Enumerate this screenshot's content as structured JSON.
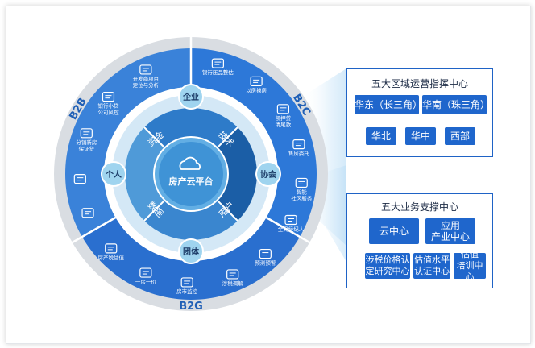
{
  "colors": {
    "outer_ring": "#2d78d8",
    "gray_ring": "#d9dde2",
    "white_ring": "#ffffff",
    "inner_light": "#d4e8f6",
    "dark_blue": "#1b5ea6",
    "mid_blue": "#3a86cf",
    "light_blue": "#5ba6dd",
    "badge": "#9fd4ef",
    "panel_button": "#1f66cc"
  },
  "center": {
    "label": "房产云平台",
    "icon": "cloud-icon"
  },
  "quadrants": [
    "资金",
    "技术",
    "数据",
    "用户"
  ],
  "badges": {
    "top": "企业",
    "left": "个人",
    "right": "协会",
    "bottom": "团体"
  },
  "segments": {
    "b2b": "B2B",
    "b2c": "B2C",
    "b2g": "B2G"
  },
  "ring_items": [
    {
      "label": "银行压品整估",
      "icon": "document-stack-icon"
    },
    {
      "label": "以房换房",
      "icon": "swap-icon"
    },
    {
      "label": "凯押贷\n清尾款",
      "icon": "coin-icon"
    },
    {
      "label": "售房委托",
      "icon": "handshake-icon"
    },
    {
      "label": "智能\n社区服务",
      "icon": "gear-icon"
    },
    {
      "label": "全民经纪人",
      "icon": "id-card-icon"
    },
    {
      "label": "预测预警",
      "icon": "trend-chart-icon"
    },
    {
      "label": "涉税调解",
      "icon": "tax-document-icon"
    },
    {
      "label": "房市监控",
      "icon": "house-monitor-icon"
    },
    {
      "label": "一房一价",
      "icon": "price-screen-icon"
    },
    {
      "label": "房产税估值",
      "icon": "search-document-icon"
    },
    {
      "label": "",
      "icon": "chat-bubbles-icon"
    },
    {
      "label": "",
      "icon": "chat-bubbles-icon"
    },
    {
      "label": "分销新房\n保证贷",
      "icon": "shield-icon"
    },
    {
      "label": "银行小贷\n公司风控",
      "icon": "bank-icon"
    },
    {
      "label": "开发商项目\n定位与分析",
      "icon": "target-icon"
    }
  ],
  "panel_regions": {
    "title": "五大区域运营指挥中心",
    "row1": [
      "华东（长三角）",
      "华南（珠三角）"
    ],
    "row2": [
      "华北",
      "华中",
      "西部"
    ]
  },
  "panel_business": {
    "title": "五大业务支撑中心",
    "row1": [
      "云中心",
      "应用\n产业中心"
    ],
    "row2": [
      "涉税价格认\n定研究中心",
      "估值水平\n认证中心",
      "估值\n培训中心"
    ]
  }
}
